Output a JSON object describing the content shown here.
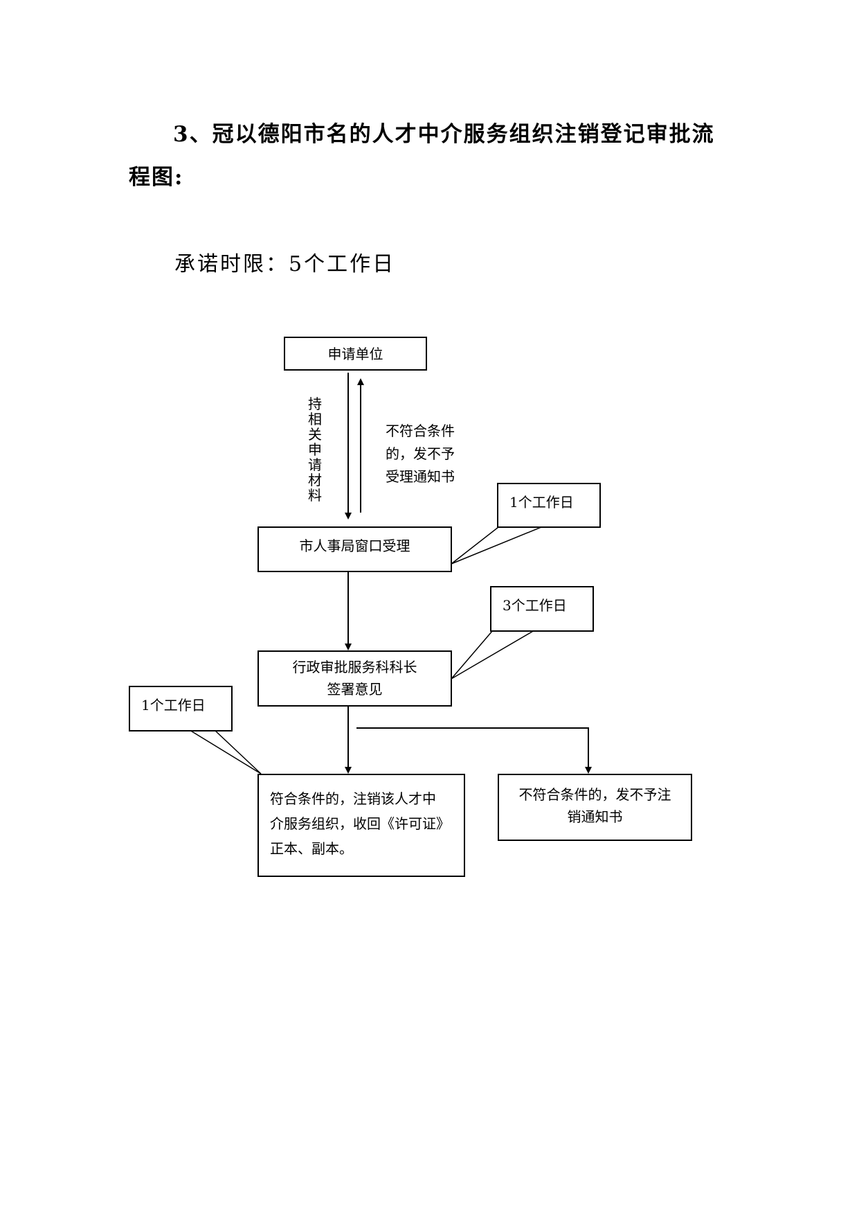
{
  "title": {
    "line1": "3、冠以德阳市名的人才中介服务组织注销登记审批流",
    "line2": "程图:"
  },
  "deadline": "承诺时限：5个工作日",
  "flowchart": {
    "applicant": "申请单位",
    "submit_label": "持相关申请材料",
    "reject_label_line1": "不符合条件",
    "reject_label_line2": "的，发不予",
    "reject_label_line3": "受理通知书",
    "window_acceptance": "市人事局窗口受理",
    "callout_window": "1个工作日",
    "section_chief_line1": "行政审批服务科科长",
    "section_chief_line2": "签署意见",
    "callout_chief": "3个工作日",
    "callout_cancel": "1个工作日",
    "cancel_line1": "符合条件的，注销该人才中",
    "cancel_line2": "介服务组织，收回《许可证》",
    "cancel_line3": "正本、副本。",
    "notice_line1": "不符合条件的，发不予注",
    "notice_line2": "销通知书"
  }
}
